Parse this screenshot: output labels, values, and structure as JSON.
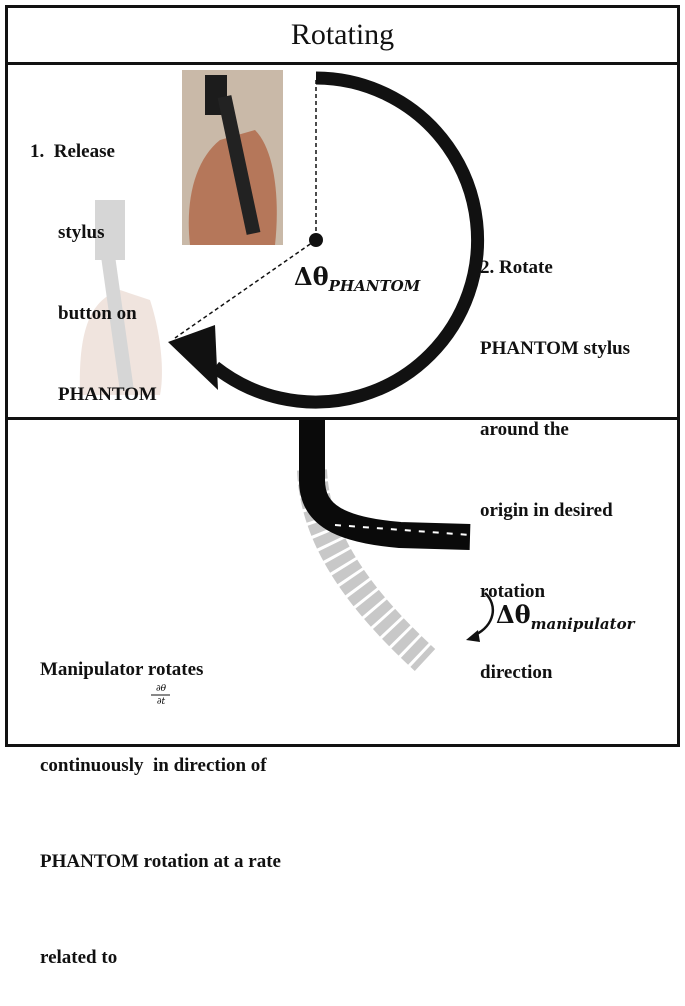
{
  "title": "Rotating",
  "top_panel": {
    "step1_lines": [
      "1.  Release",
      "stylus",
      "button on",
      "PHANTOM"
    ],
    "step2_lines": [
      "2. Rotate",
      "PHANTOM stylus",
      "around the",
      "origin in desired",
      "rotation",
      "direction"
    ],
    "angle_symbol": "Δθ",
    "angle_subscript": "PHANTOM"
  },
  "bottom_panel": {
    "description_lines": [
      "Manipulator rotates",
      "continuously  in direction of",
      "PHANTOM rotation at a rate",
      "related to"
    ],
    "rate_numerator": "∂θ",
    "rate_denominator": "∂t",
    "angle_symbol": "Δθ",
    "angle_subscript": "manipulator"
  }
}
